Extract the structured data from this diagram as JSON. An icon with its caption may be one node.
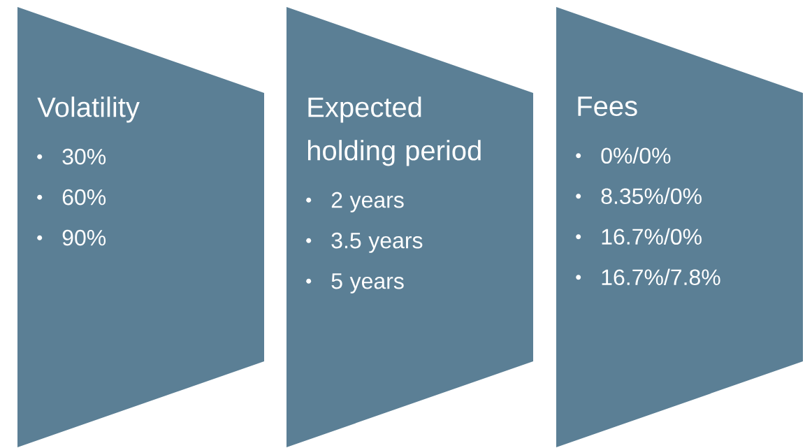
{
  "diagram": {
    "nodes": [
      {
        "text": [
          "Volatility",
          "30%",
          "60%",
          "90%"
        ]
      },
      {
        "text": [
          "Expected holding period",
          "2 years",
          "3.5 years",
          "5 years"
        ]
      },
      {
        "text": [
          "Fees",
          "0%/0%",
          "8.35%/0%",
          "16.7%/0%",
          "16.7%/7.8%"
        ]
      }
    ]
  }
}
